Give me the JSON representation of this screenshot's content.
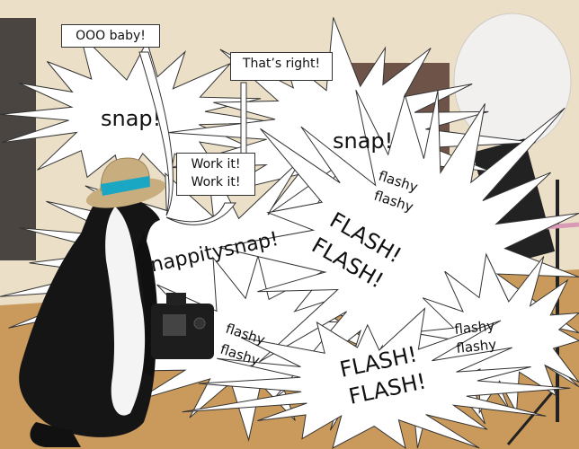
{
  "captions": {
    "ooo_baby": "OOO baby!",
    "thats_right": "That’s right!",
    "work_it": "Work it!\nWork it!"
  },
  "bursts": {
    "snap_left": "snap!",
    "snap_right": "snap!",
    "snappitysnap": "snappitysnap!",
    "flash_big_1": "FLASH!",
    "flash_big_2": "FLASH!",
    "flashy_top_1": "flashy",
    "flashy_top_2": "flashy",
    "flashy_mid_1": "flashy",
    "flashy_mid_2": "flashy",
    "flashy_right_1": "flashy",
    "flashy_right_2": "flashy",
    "flash_bottom_1": "FLASH!",
    "flash_bottom_2": "FLASH!"
  },
  "colors": {
    "wall": "#e9dcc4",
    "floor": "#c99a5c",
    "hat_band": "#1aa7c4",
    "hat": "#c8ad7f"
  }
}
